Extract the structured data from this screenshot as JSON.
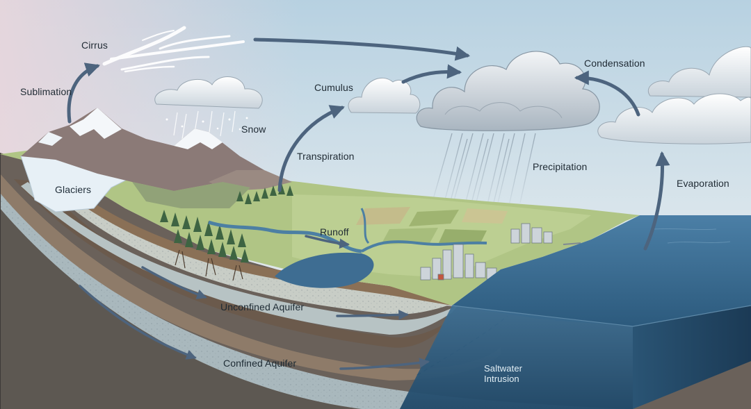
{
  "labels": {
    "cirrus": "Cirrus",
    "sublimation": "Sublimation",
    "snow": "Snow",
    "glaciers": "Glaciers",
    "cumulus": "Cumulus",
    "transpiration": "Transpiration",
    "condensation": "Condensation",
    "precipitation": "Precipitation",
    "evaporation": "Evaporation",
    "runoff": "Runoff",
    "unconfined_aquifer": "Unconfined Aquifer",
    "confined_aquifer": "Confined Aquifer",
    "saltwater_line1": "Saltwater",
    "saltwater_line2": "Intrusion"
  },
  "colors": {
    "arrow": "#4d647e",
    "ocean": "#2e5d80",
    "sky_top": "#b9d3e2",
    "grass": "#a9c27f",
    "soil_dark": "#5e5045"
  }
}
